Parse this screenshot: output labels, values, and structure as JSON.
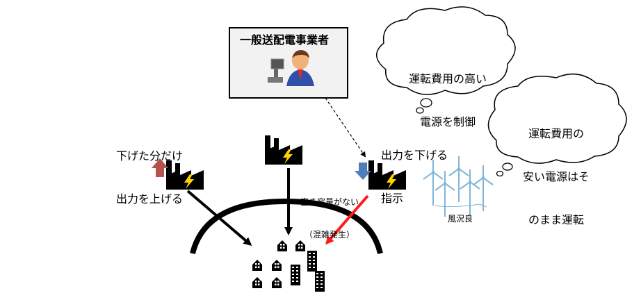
{
  "operator": {
    "title": "一般送配電事業者"
  },
  "bubbles": {
    "expensive": [
      "運転費用の高い",
      "電源を制御"
    ],
    "cheap": [
      "運転費用の",
      "安い電源はそ",
      "のまま運転"
    ]
  },
  "labels": {
    "raise_output": [
      "下げた分だけ",
      "出力を上げる"
    ],
    "lower_instruction": [
      "出力を下げる",
      "指示"
    ],
    "congestion": [
      "空き容量がない",
      "（混雑発生）"
    ],
    "wind": "風況良"
  },
  "colors": {
    "up_arrow": "#b5524e",
    "down_arrow": "#4f7fb8",
    "red_line": "#ff1a1a",
    "wind_turbine": "#7fb6d6",
    "box_bg": "#f2f2f2"
  }
}
